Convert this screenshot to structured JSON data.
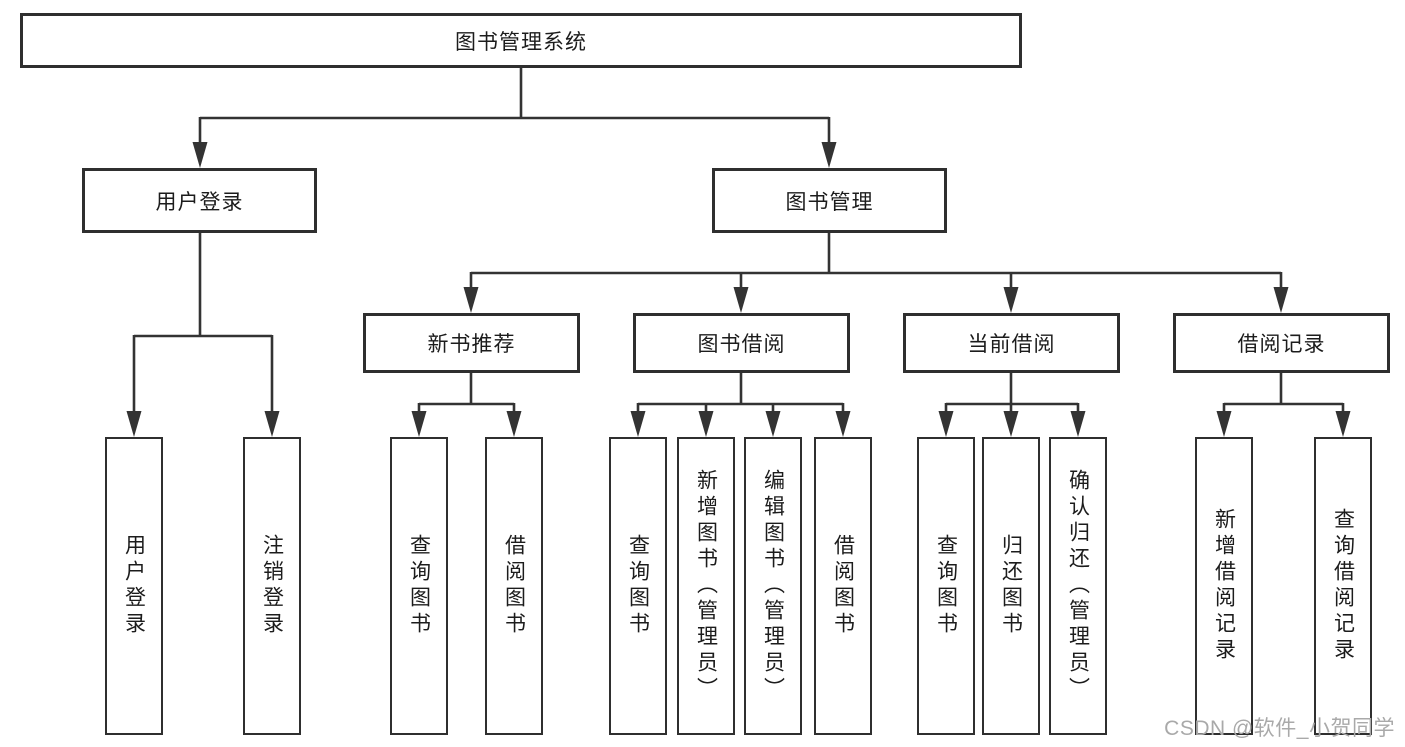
{
  "diagram": {
    "type": "hierarchy-tree",
    "background_color": "#ffffff",
    "line_color": "#333333",
    "box_border_color": "#2f2f2f",
    "text_color": "#1c1c1c"
  },
  "tree": {
    "label": "图书管理系统",
    "children": [
      {
        "label": "用户登录",
        "children": [
          {
            "label": "用户登录"
          },
          {
            "label": "注销登录"
          }
        ]
      },
      {
        "label": "图书管理",
        "children": [
          {
            "label": "新书推荐",
            "children": [
              {
                "label": "查询图书"
              },
              {
                "label": "借阅图书"
              }
            ]
          },
          {
            "label": "图书借阅",
            "children": [
              {
                "label": "查询图书"
              },
              {
                "label": "新增图书（管理员）"
              },
              {
                "label": "编辑图书（管理员）"
              },
              {
                "label": "借阅图书"
              }
            ]
          },
          {
            "label": "当前借阅",
            "children": [
              {
                "label": "查询图书"
              },
              {
                "label": "归还图书"
              },
              {
                "label": "确认归还（管理员）"
              }
            ]
          },
          {
            "label": "借阅记录",
            "children": [
              {
                "label": "新增借阅记录"
              },
              {
                "label": "查询借阅记录"
              }
            ]
          }
        ]
      }
    ]
  },
  "watermark": {
    "text": "CSDN @软件_小贺同学",
    "color": "#a9a9a9"
  }
}
